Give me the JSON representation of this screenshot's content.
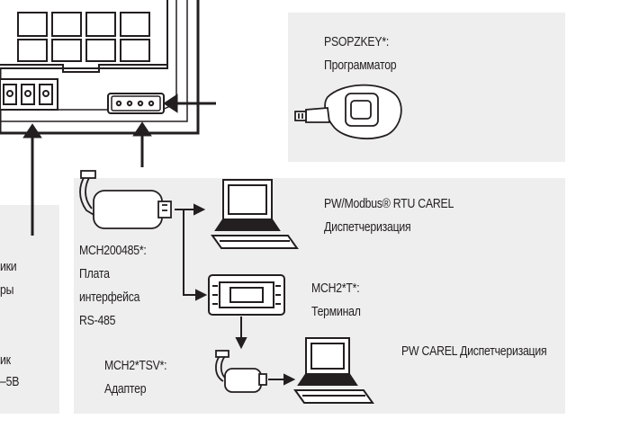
{
  "left_text": {
    "line1": "ики",
    "line2": "ры",
    "line3": "ик",
    "line4": "–5В"
  },
  "programmer": {
    "code": "PSOPZKEY*:",
    "name": "Программатор"
  },
  "pc_top": {
    "line1": "PW/Modbus® RTU CAREL",
    "line2": "Диспетчеризация"
  },
  "interface_board": {
    "code": "MCH200485*:",
    "line1": "Плата",
    "line2": "интерфейса",
    "line3": "RS-485"
  },
  "terminal": {
    "code": "MCH2*T*:",
    "name": "Терминал"
  },
  "pc_bottom": {
    "label": "PW CAREL Диспетчеризация"
  },
  "adapter": {
    "code": "MCH2*TSV*:",
    "name": "Адаптер"
  }
}
